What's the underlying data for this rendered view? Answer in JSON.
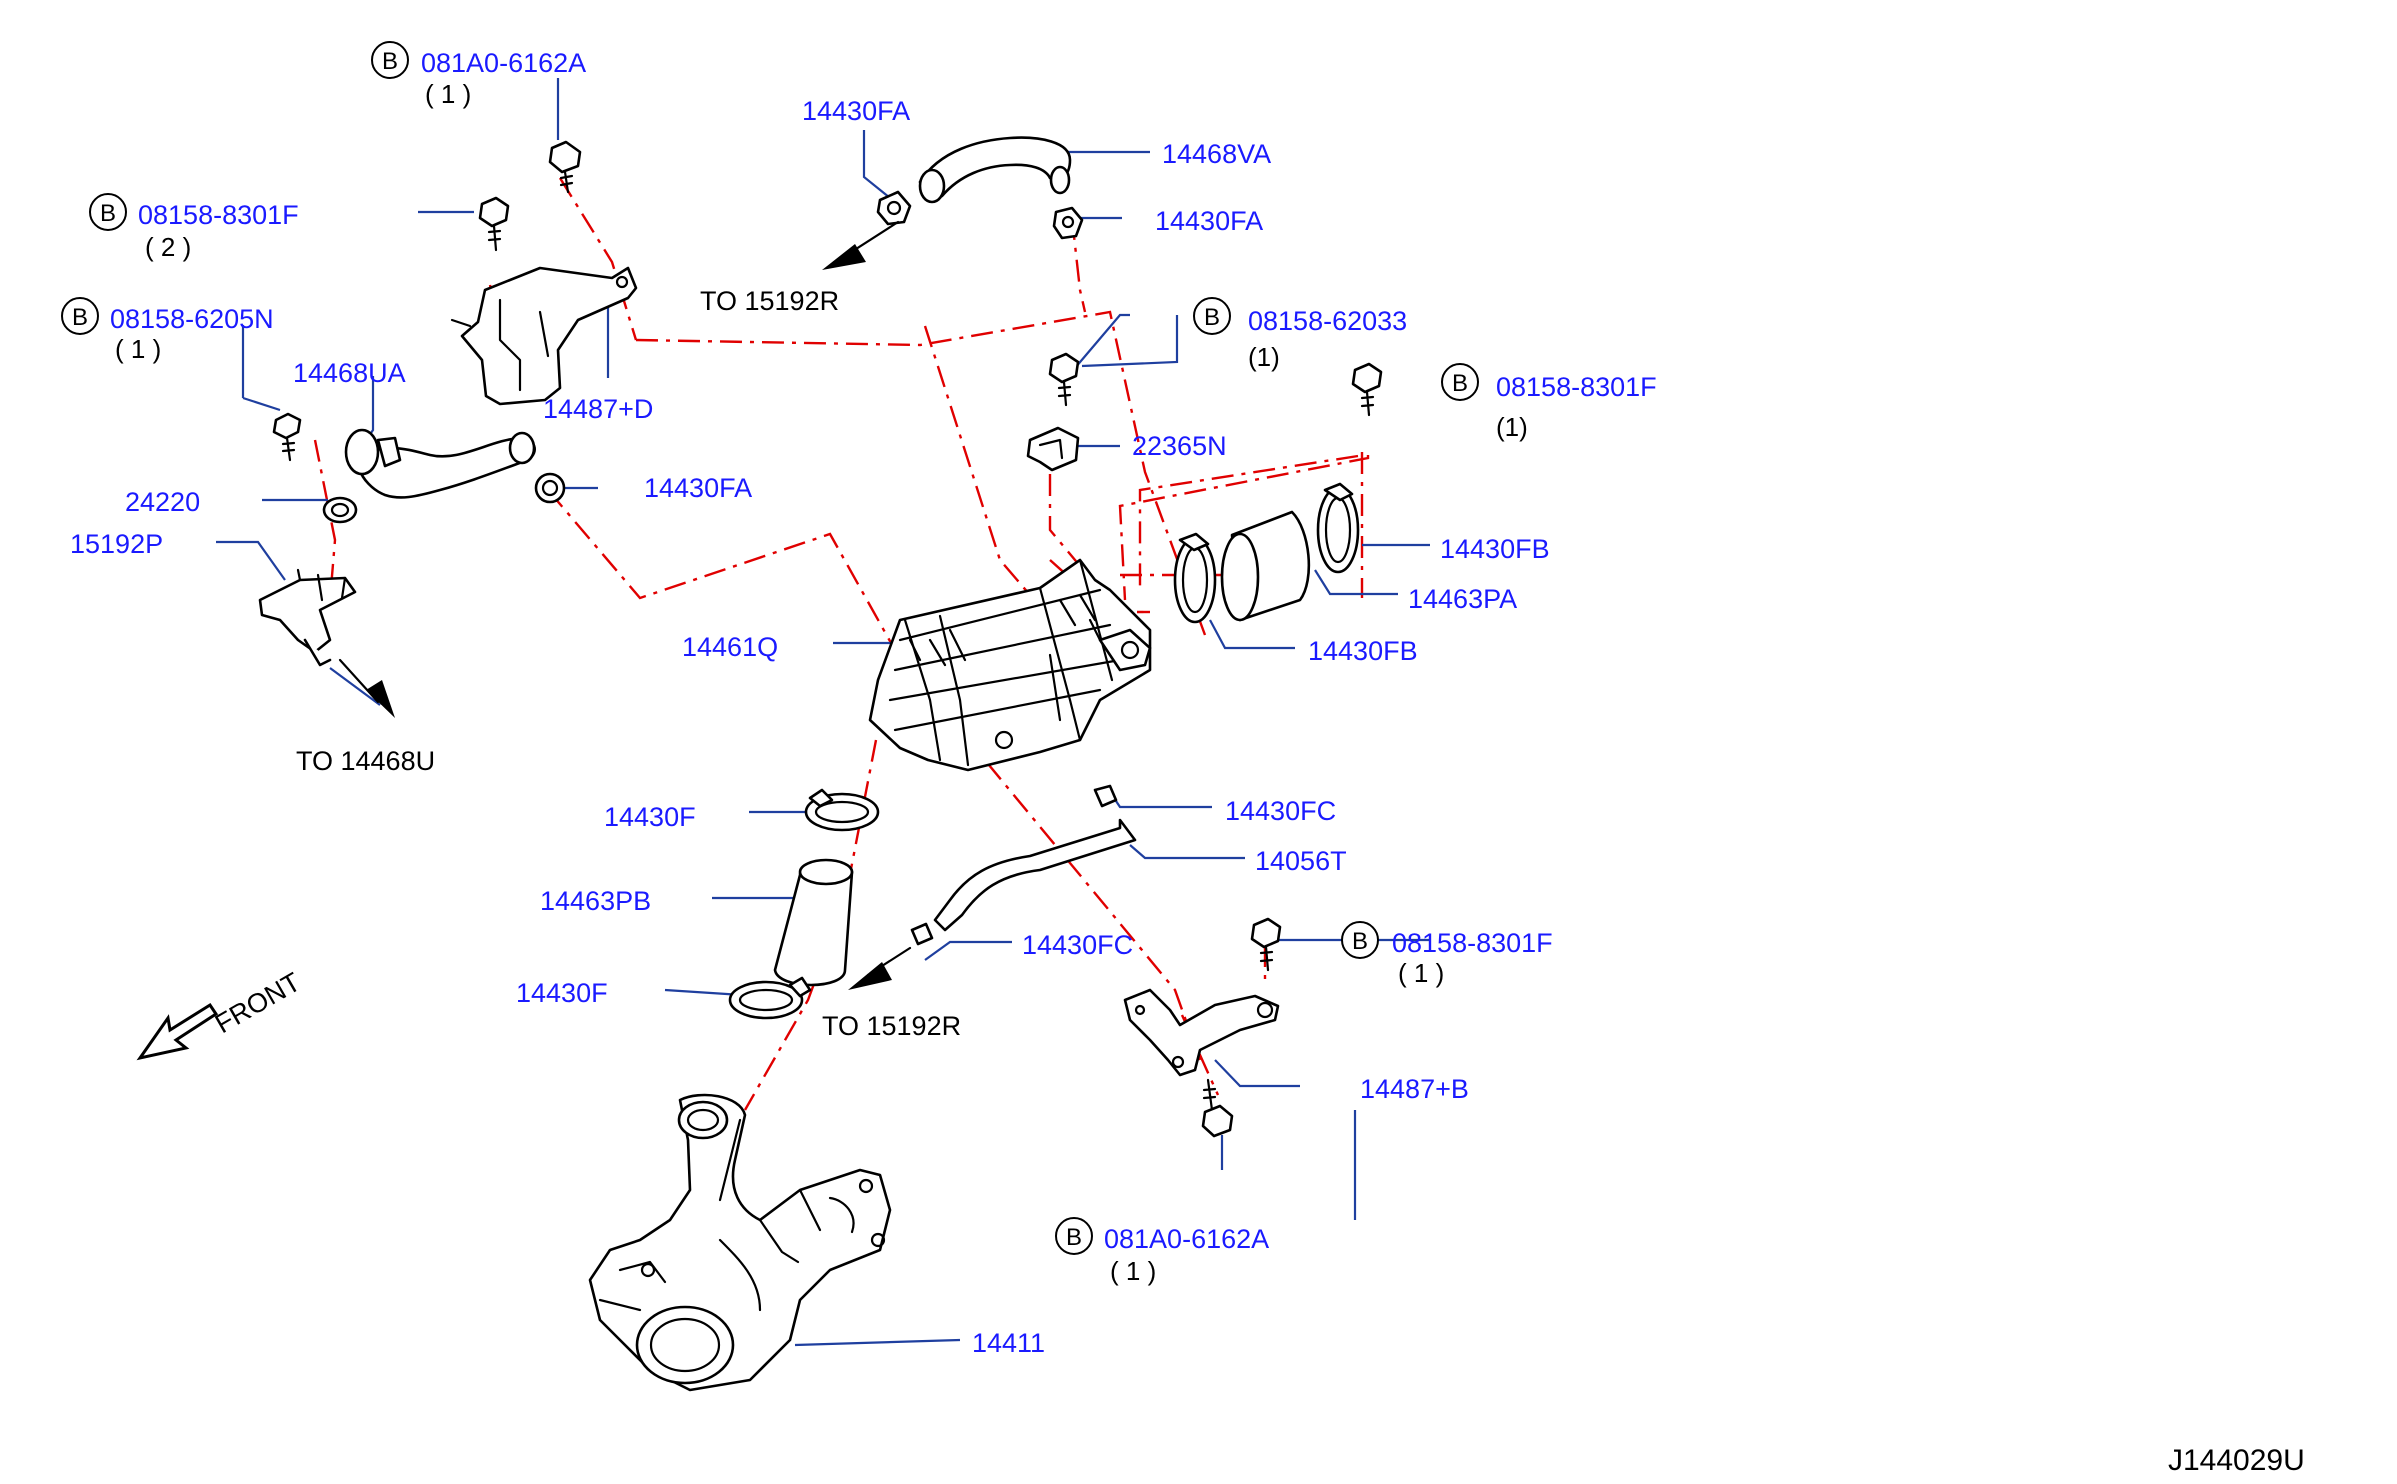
{
  "colors": {
    "label": "#1a1aff",
    "leader": "#1f3f9f",
    "centerline": "#e00000",
    "part": "#000000"
  },
  "callouts": [
    {
      "id": "b-081a0-6162a-top",
      "badge": "B",
      "part": "081A0-6162A",
      "qty": "( 1 )"
    },
    {
      "id": "b-08158-8301f-top",
      "badge": "B",
      "part": "08158-8301F",
      "qty": "( 2 )"
    },
    {
      "id": "b-08158-6205n",
      "badge": "B",
      "part": "08158-6205N",
      "qty": "( 1 )"
    },
    {
      "id": "b-08158-62033",
      "badge": "B",
      "part": "08158-62033",
      "qty": "(1)"
    },
    {
      "id": "b-08158-8301f-right",
      "badge": "B",
      "part": "08158-8301F",
      "qty": "(1)"
    },
    {
      "id": "b-08158-8301f-lower",
      "badge": "B",
      "part": "08158-8301F",
      "qty": "( 1 )"
    },
    {
      "id": "b-081a0-6162a-bottom",
      "badge": "B",
      "part": "081A0-6162A",
      "qty": "( 1 )"
    }
  ],
  "labels": {
    "p14430fa_top": "14430FA",
    "p14468va": "14468VA",
    "p14430fa_mid": "14430FA",
    "to_15192r_top": "TO 15192R",
    "p14487d": "14487+D",
    "p14468ua": "14468UA",
    "p14430fa_left": "14430FA",
    "p24220": "24220",
    "p15192p": "15192P",
    "to_14468u": "TO 14468U",
    "p22365n": "22365N",
    "p14430fb_upper": "14430FB",
    "p14463pa": "14463PA",
    "p14430fb_lower": "14430FB",
    "p14461q": "14461Q",
    "p14430fc_upper": "14430FC",
    "p14056t": "14056T",
    "p14430f_upper": "14430F",
    "p14463pb": "14463PB",
    "p14430fc_lower": "14430FC",
    "to_15192r_bottom": "TO 15192R",
    "p14430f_lower": "14430F",
    "p14487b": "14487+B",
    "p14411": "14411",
    "front": "FRONT",
    "diagram_id": "J144029U"
  }
}
